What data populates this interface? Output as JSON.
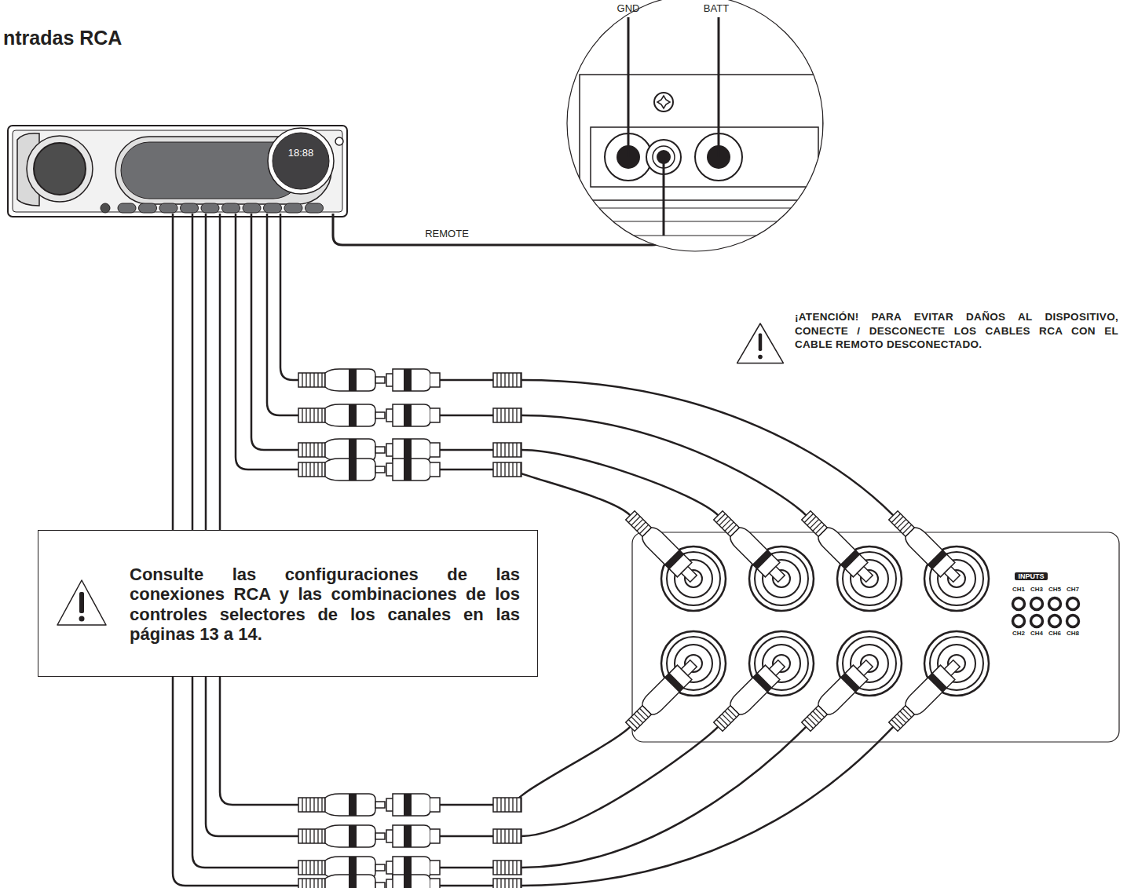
{
  "diagram": {
    "title": "ntradas RCA",
    "nodes": [
      {
        "text": [
          "Consulte las configuraciones de las conexiones RCA y las combinaciones de los controles selectores de los canales en las páginas 13 a 14."
        ]
      }
    ],
    "labels": [
      "GND",
      "BATT",
      "18:88",
      "REMOTE",
      "¡ATENCIÓN! PARA EVITAR DAÑOS AL DISPOSITIVO, CONECTE / DESCONECTE LOS CABLES RCA CON EL CABLE REMOTO DESCONECTADO.",
      "INPUTS",
      "CH1",
      "CH3",
      "CH5",
      "CH7",
      "CH2",
      "CH4",
      "CH6",
      "CH8"
    ]
  }
}
